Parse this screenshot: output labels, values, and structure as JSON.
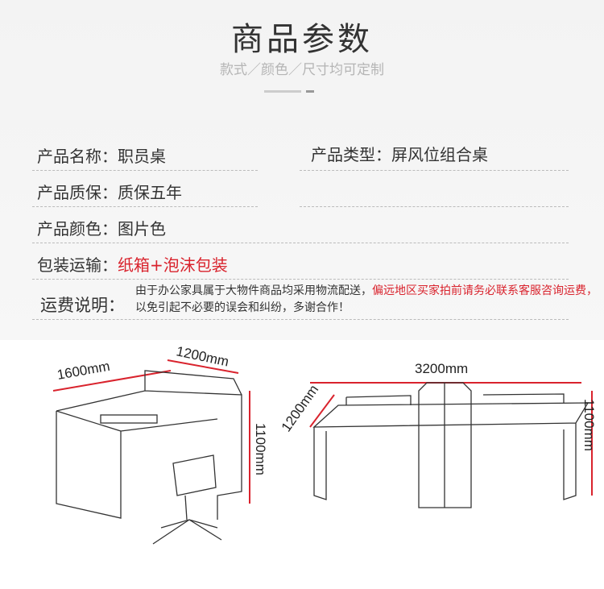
{
  "header": {
    "title": "商品参数",
    "subtitle": "款式／颜色／尺寸均可定制"
  },
  "params": {
    "name_label": "产品名称：",
    "name_value": "职员桌",
    "type_label": "产品类型：",
    "type_value": "屏风位组合桌",
    "warranty_label": "产品质保：",
    "warranty_value": "质保五年",
    "color_label": "产品颜色：",
    "color_value": "图片色",
    "packaging_label": "包装运输：",
    "packaging_value": "纸箱+泡沫包装",
    "shipping_label": "运费说明：",
    "shipping_note_1": "由于办公家具属于大物件商品均采用物流配送，",
    "shipping_note_red": "偏远地区买家拍前请务必联系客服咨询运费，",
    "shipping_note_2": "以免引起不必要的误会和纠纷，多谢合作！"
  },
  "diagram_left": {
    "width_a": "1600mm",
    "width_b": "1200mm",
    "height": "1100mm"
  },
  "diagram_right": {
    "width": "3200mm",
    "depth": "1200mm",
    "height": "1100mm"
  }
}
